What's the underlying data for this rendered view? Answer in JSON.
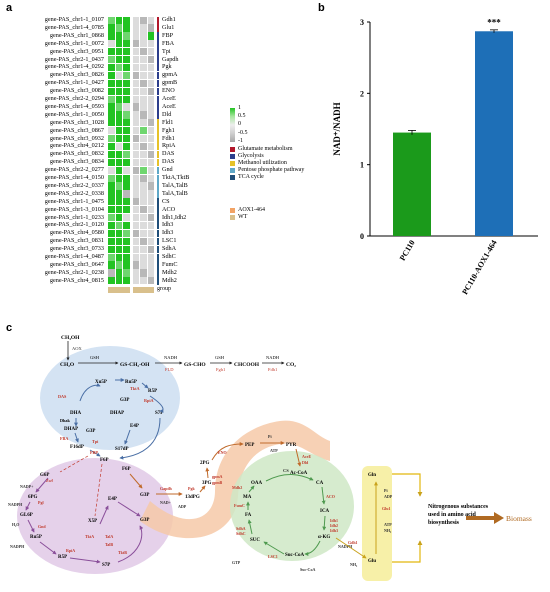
{
  "panels": {
    "a": "a",
    "b": "b",
    "c": "c"
  },
  "heatmap": {
    "genes": [
      {
        "gene": "gene-PAS_chr1-1_0107",
        "enzyme": "Gdh1"
      },
      {
        "gene": "gene-PAS_chr1-4_0785",
        "enzyme": "Glu1"
      },
      {
        "gene": "gene-PAS_chr1_0868",
        "enzyme": "FBP"
      },
      {
        "gene": "gene-PAS_chr1-1_0072",
        "enzyme": "FBA"
      },
      {
        "gene": "gene-PAS_chr3_0951",
        "enzyme": "Tpi"
      },
      {
        "gene": "gene-PAS_chr2-1_0437",
        "enzyme": "Gapdh"
      },
      {
        "gene": "gene-PAS_chr1-4_0292",
        "enzyme": "Pgk"
      },
      {
        "gene": "gene-PAS_chr3_0826",
        "enzyme": "gpmA"
      },
      {
        "gene": "gene-PAS_chr1-1_0427",
        "enzyme": "gpmB"
      },
      {
        "gene": "gene-PAS_chr3_0082",
        "enzyme": "ENO"
      },
      {
        "gene": "gene-PAS_chr2-2_0294",
        "enzyme": "AceE"
      },
      {
        "gene": "gene-PAS_chr1-4_0593",
        "enzyme": "AceE"
      },
      {
        "gene": "gene-PAS_chr1-1_0050",
        "enzyme": "Dld"
      },
      {
        "gene": "gene-PAS_chr3_1028",
        "enzyme": "Fld1"
      },
      {
        "gene": "gene-PAS_chr3_0867",
        "enzyme": "Fgh1"
      },
      {
        "gene": "gene-PAS_chr3_0932",
        "enzyme": "Fdh1"
      },
      {
        "gene": "gene-PAS_chr4_0212",
        "enzyme": "RpiA"
      },
      {
        "gene": "gene-PAS_chr3_0832",
        "enzyme": "DAS"
      },
      {
        "gene": "gene-PAS_chr3_0834",
        "enzyme": "DAS"
      },
      {
        "gene": "gene-PAS_chr2-2_0277",
        "enzyme": "Gnd"
      },
      {
        "gene": "gene-PAS_chr1-4_0150",
        "enzyme": "TktA,TktB"
      },
      {
        "gene": "gene-PAS_chr2-2_0337",
        "enzyme": "TalA,TalB"
      },
      {
        "gene": "gene-PAS_chr2-2_0338",
        "enzyme": "TalA,TalB"
      },
      {
        "gene": "gene-PAS_chr1-1_0475",
        "enzyme": "CS"
      },
      {
        "gene": "gene-PAS_chr1-3_0104",
        "enzyme": "ACO"
      },
      {
        "gene": "gene-PAS_chr1-1_0233",
        "enzyme": "Idh1,Idh2"
      },
      {
        "gene": "gene-PAS_chr2-1_0120",
        "enzyme": "Idh3"
      },
      {
        "gene": "gene-PAS_chr4_0580",
        "enzyme": "Idh3"
      },
      {
        "gene": "gene-PAS_chr3_0831",
        "enzyme": "LSC1"
      },
      {
        "gene": "gene-PAS_chr3_0733",
        "enzyme": "SdhA"
      },
      {
        "gene": "gene-PAS_chr1-4_0487",
        "enzyme": "SdhC"
      },
      {
        "gene": "gene-PAS_chr3_0647",
        "enzyme": "FumC"
      },
      {
        "gene": "gene-PAS_chr2-1_0238",
        "enzyme": "Mdh2"
      },
      {
        "gene": "gene-PAS_chr4_0815",
        "enzyme": "Mdh2"
      }
    ],
    "scale": {
      "max": "1",
      "mid1": "0.5",
      "zero": "0",
      "mid2": "-0.5",
      "min": "-1"
    },
    "pathway_legend": [
      {
        "label": "Glutamate metabolism",
        "color": "#b2182b"
      },
      {
        "label": "Glycolysis",
        "color": "#2c3e8c"
      },
      {
        "label": "Methanol utilization",
        "color": "#e6c229"
      },
      {
        "label": "Pentose phosphate pathway",
        "color": "#5fa8c8"
      },
      {
        "label": "TCA cycle",
        "color": "#1f4e79"
      }
    ],
    "group_legend": [
      {
        "label": "AOX1-464",
        "color": "#f2a365"
      },
      {
        "label": "WT",
        "color": "#d9c08c"
      }
    ],
    "group_label": "group",
    "colors": {
      "high": "#22c322",
      "low": "#d0d0d0",
      "mid": "#a8e6a0"
    }
  },
  "chart_data": {
    "type": "bar",
    "categories": [
      "PC110",
      "PC110-AOX1-464"
    ],
    "values": [
      1.45,
      2.87
    ],
    "errors": [
      0.03,
      0.02
    ],
    "colors": [
      "#1b9a1b",
      "#1e6fb7"
    ],
    "ylabel": "NAD⁺/NADH",
    "ylim": [
      0,
      3
    ],
    "yticks": [
      "0",
      "1",
      "2",
      "3"
    ],
    "annotation": "***"
  },
  "pathway": {
    "biomass": "Biomass",
    "nitrogen_box": [
      "Nitrogenous substances",
      "used in amino acid",
      "biosynthesis"
    ],
    "methanol": [
      "CH₃OH",
      "AOX",
      "CH₂O",
      "GSH",
      "GS-CH₂-OH",
      "FLD",
      "GS-CHO",
      "FGH",
      "CHCOOH",
      "FDH",
      "CO₂",
      "NADH",
      "NAD+"
    ],
    "ppp_nodes": [
      "Xu5P",
      "Ru5P",
      "R5P",
      "G3P",
      "S7P",
      "DHAP",
      "E4P",
      "F16dP",
      "F6P",
      "S17dP",
      "DHA",
      "DHAP",
      "G3P",
      "G3P",
      "G6P",
      "6PG",
      "GL6P",
      "Ru5P",
      "R5P",
      "E4P",
      "S7P",
      "X5P"
    ],
    "ppp_enzymes": [
      "DAS",
      "TktA",
      "RpiA",
      "Tpi",
      "FBA",
      "FBP",
      "Dhak",
      "TktA",
      "TalA",
      "Gnd",
      "Zwf",
      "TalB",
      "TktB",
      "Pgl",
      "RpiA"
    ],
    "glyco_nodes": [
      "G6P",
      "F6P",
      "G3P",
      "13dPG",
      "3PG",
      "2PG",
      "PEP",
      "PYR",
      "Ac-CoA"
    ],
    "glyco_enzymes": [
      "Pgi",
      "Gapdh",
      "Pgk",
      "gpmA",
      "gpmB",
      "ENO",
      "AceE",
      "Dld"
    ],
    "tca_nodes": [
      "OAA",
      "CA",
      "ICA",
      "α-KG",
      "SUC",
      "Suc-CoA",
      "FA",
      "MA"
    ],
    "tca_enzymes": [
      "CS",
      "ACO",
      "Idh1",
      "Idh2",
      "Idh3",
      "LSC1",
      "SdhA",
      "SdhC",
      "FumC",
      "Mdh2"
    ],
    "glu_nodes": [
      "Gln",
      "Glu",
      "NH₃",
      "ATP",
      "ADP",
      "Pi"
    ],
    "glu_enzymes": [
      "Glu1",
      "Gdh1"
    ],
    "cofactors": [
      "NADP+",
      "NADPH",
      "H₂O",
      "ATP",
      "ADP",
      "NAD+",
      "NADH",
      "CO₂",
      "Pi",
      "GTP",
      "GDP",
      "FAD",
      "FADH₂",
      "NADPH",
      "NADP+"
    ]
  }
}
